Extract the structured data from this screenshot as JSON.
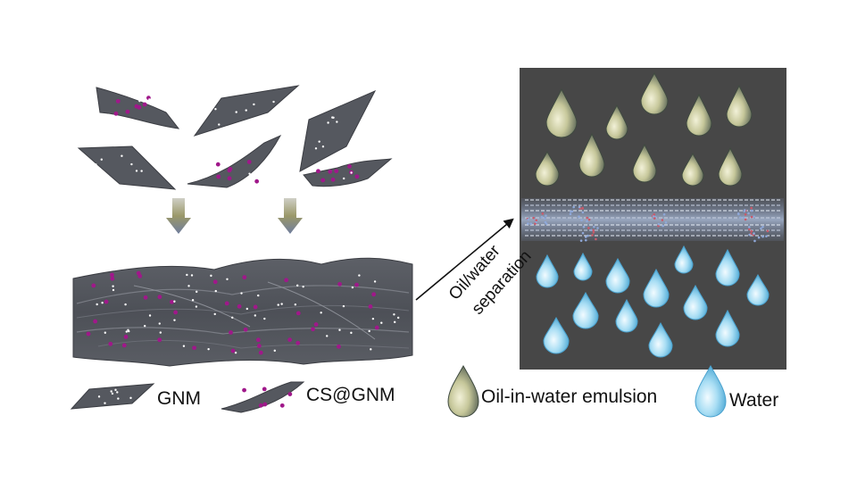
{
  "process_label": {
    "line1": "Oil/water",
    "line2": "separation"
  },
  "legend": {
    "gnm": "GNM",
    "cs_gnm": "CS@GNM",
    "oil_emulsion": "Oil-in-water emulsion",
    "water": "Water"
  },
  "colors": {
    "sheet": "#55585f",
    "sheet_edge": "#3c3e44",
    "panel": "#474747",
    "cs_particle": "#a0188a",
    "arrow_fill": "#7f7d52",
    "oil_drop": "#b9bd8c",
    "water_drop": "#6fc4e6",
    "membrane_glow": "#7f93b8"
  },
  "icons": [
    "oil-droplet-icon",
    "water-droplet-icon",
    "down-arrow-icon",
    "gnm-sheet-icon",
    "cs-gnm-sheet-icon"
  ]
}
